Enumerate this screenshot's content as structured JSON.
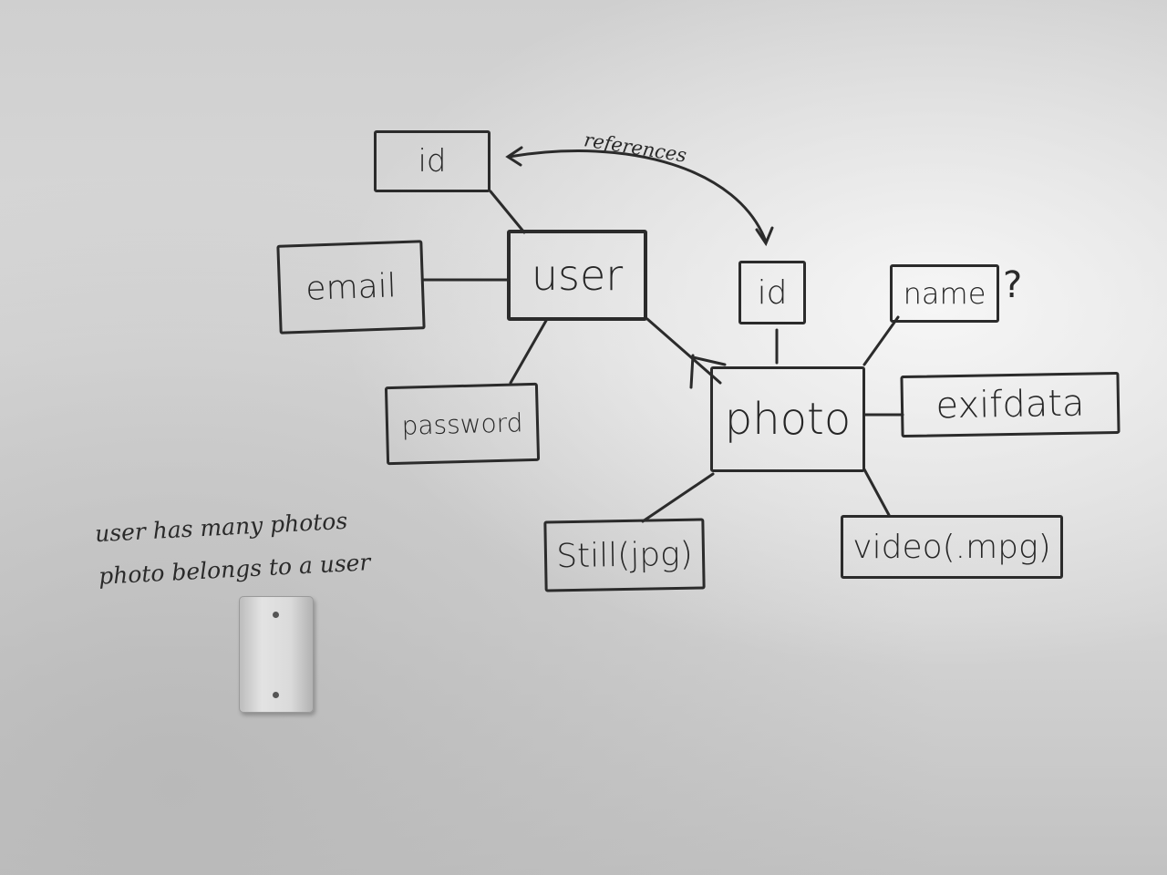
{
  "diagram": {
    "entities": {
      "user": "user",
      "photo": "photo"
    },
    "user_attributes": {
      "id": "id",
      "email": "email",
      "password": "password"
    },
    "photo_attributes": {
      "id": "id",
      "name": "name",
      "name_note": "?",
      "exifdata": "exifdata",
      "still": "Still(jpg)",
      "video": "video(.mpg)"
    },
    "relationship_label": "references",
    "notes": [
      "user has many photos",
      "photo belongs to a user"
    ]
  },
  "colors": {
    "ink": "#2b2b2b",
    "board": "#d6d6d6"
  }
}
